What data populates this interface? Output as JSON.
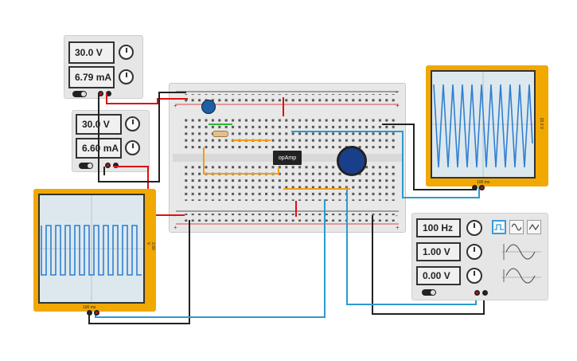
{
  "supply1": {
    "voltage": "30.0 V",
    "current": "6.79 mA"
  },
  "supply2": {
    "voltage": "30.0 V",
    "current": "6.60 mA"
  },
  "scope_left": {
    "timebase": "100 ms",
    "div_label": "2.00 V"
  },
  "scope_right": {
    "timebase": "100 ms",
    "div_label": "20.0 V"
  },
  "opamp": {
    "label": "opAmp"
  },
  "function_generator": {
    "frequency": "100 Hz",
    "amplitude": "1.00 V",
    "offset": "0.00 V",
    "waveforms": [
      "square",
      "sine",
      "triangle"
    ],
    "selected_waveform": "square"
  },
  "colors": {
    "scope_body": "#f1a800",
    "wire_red": "#d11",
    "wire_black": "#222",
    "wire_blue": "#2a9bd0",
    "wire_orange": "#f39c12",
    "trace": "#2f7fd0"
  }
}
